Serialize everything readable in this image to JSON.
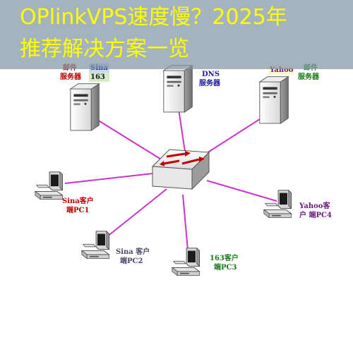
{
  "overlay": {
    "title_line1": "OPlinkVPS速度慢？2025年",
    "title_line2": "推荐解决方案一览"
  },
  "servers": {
    "mail_server_163": {
      "line1": "邮件",
      "line2": "服务器",
      "tag1": "Sina",
      "tag2": "163"
    },
    "dns_server": {
      "line1": "DNS",
      "line2": "服务器"
    },
    "yahoo_mail_server": {
      "tag": "Yahoo",
      "line1": "邮件",
      "line2": "服务器"
    }
  },
  "clients": {
    "sina_pc1": {
      "line1": "Sina客户",
      "line2": "端PC1"
    },
    "sina_pc2": {
      "line1": "Sina 客户",
      "line2": "端PC2"
    },
    "pc3_163": {
      "line1": "163客户",
      "line2": "端PC3"
    },
    "yahoo_pc4": {
      "line1": "Yahoo客",
      "line2": "户 端PC4"
    }
  },
  "colors": {
    "link": "#cc33cc",
    "title": "#ffff00",
    "mail_red": "#c00000",
    "dns_blue": "#1a1aa8",
    "green": "#1a7a1a",
    "purple": "#6a1a7a",
    "gray_label": "#4a4a6a"
  }
}
